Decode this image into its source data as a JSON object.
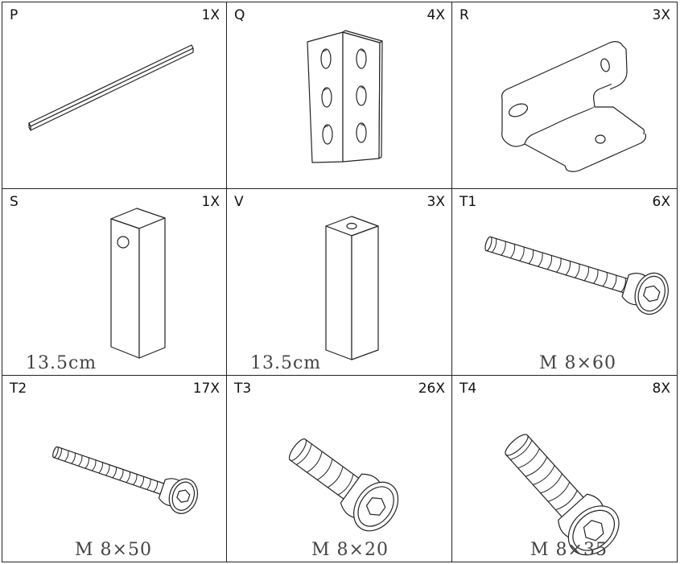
{
  "parts": [
    {
      "id": "P",
      "qty": "1X",
      "caption": ""
    },
    {
      "id": "Q",
      "qty": "4X",
      "caption": ""
    },
    {
      "id": "R",
      "qty": "3X",
      "caption": ""
    },
    {
      "id": "S",
      "qty": "1X",
      "caption": "13.5cm"
    },
    {
      "id": "V",
      "qty": "3X",
      "caption": "13.5cm"
    },
    {
      "id": "T1",
      "qty": "6X",
      "caption": "M 8×60"
    },
    {
      "id": "T2",
      "qty": "17X",
      "caption": "M 8×50"
    },
    {
      "id": "T3",
      "qty": "26X",
      "caption": "M 8×20"
    },
    {
      "id": "T4",
      "qty": "8X",
      "caption": "M 8×35"
    }
  ],
  "icons": [
    "rod-icon",
    "angle-bracket-icon",
    "corner-plate-icon",
    "square-post-icon",
    "short-post-icon",
    "bolt-icon"
  ]
}
